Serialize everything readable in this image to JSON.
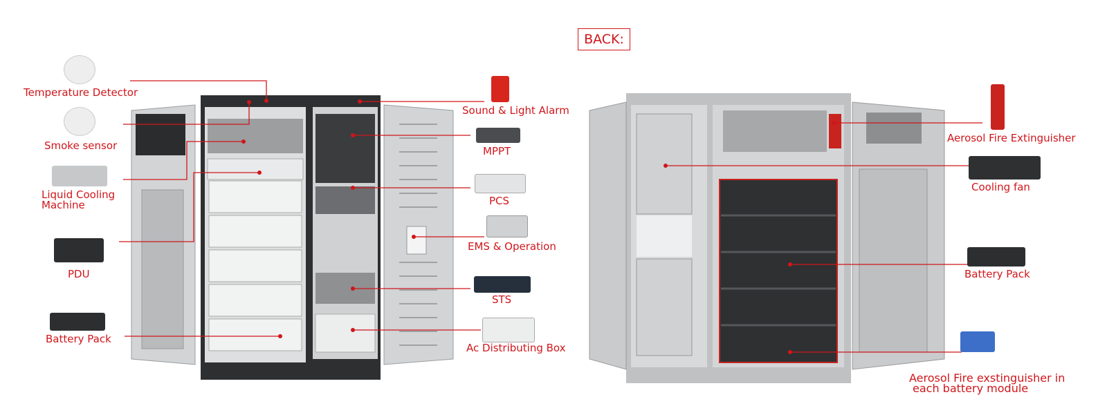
{
  "back_label": "BACK:",
  "front_labels": {
    "temperature_detector": "Temperature Detector",
    "smoke_sensor": "Smoke sensor",
    "liquid_cooling_1": "Liquid Cooling",
    "liquid_cooling_2": "Machine",
    "pdu": "PDU",
    "battery_pack": "Battery Pack",
    "sound_light_alarm": "Sound & Light Alarm",
    "mppt": "MPPT",
    "pcs": "PCS",
    "ems": "EMS & Operation",
    "sts": "STS",
    "ac_box": "Ac Distributing Box"
  },
  "back_labels": {
    "aerosol_extinguisher": "Aerosol Fire Extinguisher",
    "cooling_fan": "Cooling fan",
    "battery_pack": "Battery Pack",
    "aerosol_module_1": "Aerosol Fire exstinguisher in",
    "aerosol_module_2": "each battery module"
  },
  "colors": {
    "accent": "#d0161b",
    "cabinet": "#c9cbcc",
    "dark": "#3a3b3d"
  }
}
